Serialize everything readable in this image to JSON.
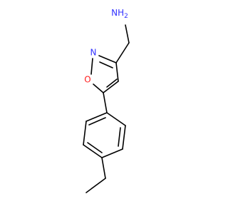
{
  "molecule": {
    "atoms": {
      "amine": {
        "symbol": "NH2",
        "text_main": "NH",
        "text_sub": "2",
        "color": "#3333ff"
      },
      "ring_n": {
        "symbol": "N",
        "text": "N",
        "color": "#3333ff"
      },
      "ring_o": {
        "symbol": "O",
        "text": "O",
        "color": "#ff2020"
      }
    },
    "bond_color": "#000000"
  }
}
